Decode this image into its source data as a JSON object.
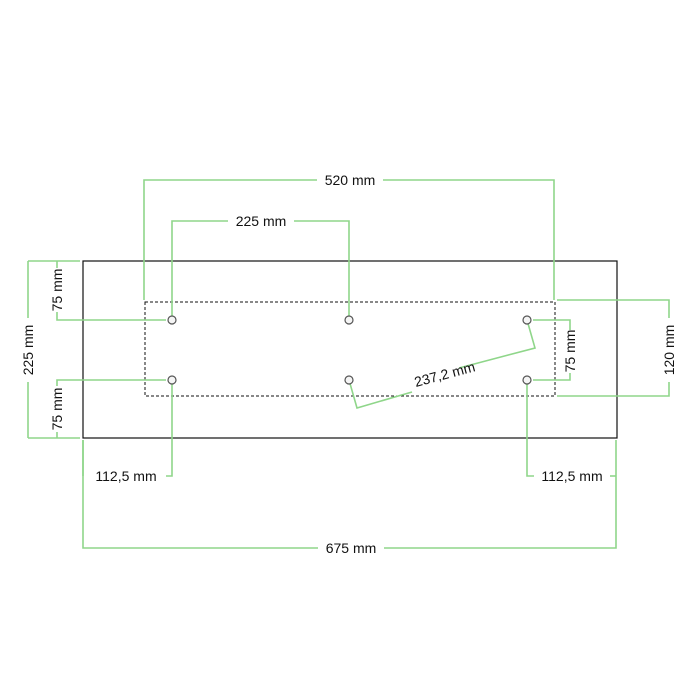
{
  "diagram": {
    "colors": {
      "outline": "#111111",
      "dimension_line": "#8fd68a",
      "hole_fill": "#f5f5f5",
      "hole_stroke": "#555555",
      "background": "#ffffff"
    },
    "dimensions": {
      "hole_span_outer": "520 mm",
      "hole_pitch": "225 mm",
      "plate_width": "675 mm",
      "left_edge_offset": "112,5 mm",
      "right_edge_offset": "112,5 mm",
      "plate_height": "225 mm",
      "left_top_offset": "75 mm",
      "left_bottom_offset": "75 mm",
      "hole_vertical_spacing": "75 mm",
      "right_outer_height": "120 mm",
      "diagonal": "237,2 mm"
    }
  }
}
